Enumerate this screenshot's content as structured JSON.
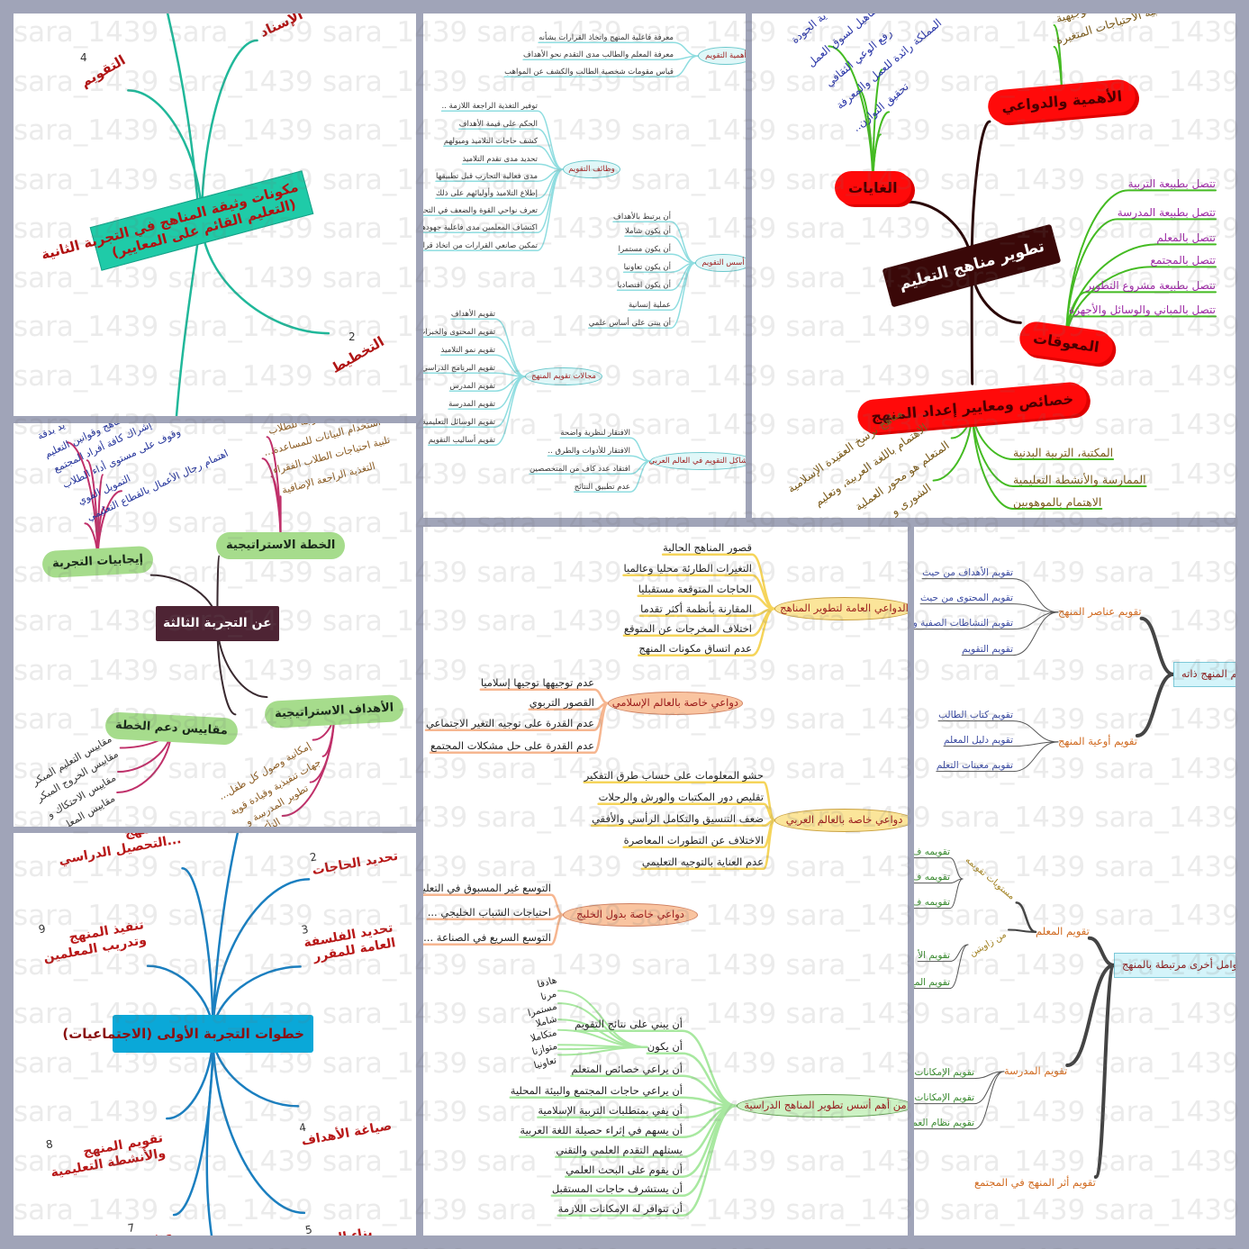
{
  "watermark": "sara_1439",
  "colors": {
    "page_bg": "#a0a4b8",
    "teal": "#1fcba8",
    "red_node": "#ff0a0a",
    "dark_center": "#3a0808",
    "green_node": "#a6dc8c",
    "blue_center": "#0aa8d8"
  },
  "p1": {
    "title_line1": "مكونات وثيقة المناهج في التجربة الثانية",
    "title_line2": "(التعليم القائم على المعايير)",
    "branches": [
      {
        "label": "الإسناد"
      },
      {
        "num": "4",
        "label": "التقويم"
      },
      {
        "num": "2",
        "label": "التخطيط"
      }
    ]
  },
  "p2": {
    "groups": [
      {
        "title": "أهمية التقويم",
        "items": [
          "معرفة فاعلية المنهج واتخاذ القرارات بشأنه",
          "معرفة المعلم والطالب مدى التقدم نحو الأهداف",
          "قياس مقومات شخصية الطالب والكشف عن المواهب"
        ]
      },
      {
        "title": "وظائف التقويم",
        "items": [
          "توفير التغذية الراجعة اللازمة ..",
          "الحكم على قيمة الأهداف",
          "كشف حاجات التلاميذ وميولهم",
          "تحديد مدى تقدم التلاميذ",
          "مدى فعالية التجارب قبل تطبيقها",
          "إطلاع التلاميذ وأوليائهم على ذلك",
          "تعرف نواحي القوة والضعف في التحصيل",
          "اكتشاف المعلمين مدى فاعلية جهودهم",
          "تمكين صانعي القرارات من اتخاذ قرارات مناسبة"
        ]
      },
      {
        "title": "أسس التقويم",
        "items": [
          "أن يرتبط بالأهداف",
          "أن يكون شاملا",
          "أن يكون مستمرا",
          "أن يكون تعاونيا",
          "أن يكون اقتصاديا",
          "عملية إنسانية",
          "أن يبنى على أساس علمي"
        ]
      },
      {
        "title": "مجالات تقويم المنهج",
        "items": [
          "تقويم الأهداف",
          "تقويم المحتوى والخبرات",
          "تقويم نمو التلاميذ",
          "تقويم البرنامج الدراسي",
          "تقويم المدرس",
          "تقويم المدرسة",
          "تقويم الوسائل التعليمية",
          "تقويم أساليب التقويم"
        ]
      },
      {
        "title": "مشاكل التقويم في العالم العربي",
        "items": [
          "الافتقار لنظرية واضحة",
          "الافتقار للأدوات والطرق ..",
          "افتقاد عدد كاف من المتخصصين",
          "عدم تطبيق النتائج"
        ]
      }
    ]
  },
  "p3": {
    "center": "تطوير مناهج التعليم",
    "goals": {
      "title": "الغايات",
      "items": [
        "ية الجودة",
        "التأهيل لسوق العمل",
        "رفع الوعي الثقافي",
        "المملكة رائدة للعمل والمعرفة",
        "تحقيق التوازن.."
      ]
    },
    "importance": {
      "title": "الأهمية والدواعي",
      "items": [
        "توجيهية",
        "تلبية الاحتياجات المتغيرة"
      ]
    },
    "obstacles": {
      "title": "المعوقات",
      "items": [
        "تتصل بطبيعة التربية",
        "تتصل بطبيعة المدرسة",
        "تتصل بالمعلم",
        "تتصل بالمجتمع",
        "تتصل بطبيعة مشروع التطوير",
        "تتصل بالمباني والوسائل والأجهزة"
      ]
    },
    "criteria": {
      "title": "خصائص ومعايير إعداد المنهج",
      "items_right": [
        "المكتبة، التربية البدنية",
        "الممارسة والأنشطة التعليمية",
        "الاهتمام بالموهوبين"
      ],
      "items_left": [
        "مناهج ترسخ العقيدة الإسلامية",
        "الاهتمام باللغة العربية، وتعليم",
        "المتعلم هو محور العملية",
        "الشورى و"
      ]
    }
  },
  "p4": {
    "center": "عن التجربة الثالثة",
    "positives": {
      "title": "إيجابيات التجربة",
      "items": [
        "يد بدقة",
        "المناهج وقوانين التعليم",
        "إشراك كافة أفراد المجتمع",
        "وقوف على مستوى أداء الطلاب",
        "التمويل القوي",
        "اهتمام رجال الأعمال بالقطاع التعليمي"
      ]
    },
    "plan": {
      "title": "الخطة الاستراتيجية",
      "items": [
        "الموجه للطلاب",
        "استخدام البيانات للمساعدة...",
        "تلبية احتياجات الطلاب الفقراء",
        "التغذية الراجعة الإضافية"
      ]
    },
    "measures": {
      "title": "مقاييس دعم الخطة",
      "items": [
        "مقاييس التعليم المبكر",
        "مقاييس الخروج المبكر",
        "مقاييس الاحتكاك و",
        "مقاييس المعلـ"
      ]
    },
    "goals": {
      "title": "الأهداف الاستراتيجية",
      "items": [
        "إمكانية وصول كل طفل...",
        "جهات تنفيذية وقيادة قوية",
        "تطوير المدرسة و",
        "التأكـ"
      ]
    }
  },
  "p5": {
    "center": "خطوات التجربة الأولى (الاجتماعيات)",
    "steps": [
      {
        "lines": [
          "...المنهج",
          "...التحصيل الدراسي"
        ]
      },
      {
        "num": "2",
        "lines": [
          "تحديد الحاجات"
        ]
      },
      {
        "num": "3",
        "lines": [
          "تحديد الفلسفة",
          "العامة للمقرر"
        ]
      },
      {
        "num": "9",
        "lines": [
          "تنفيذ المنهج",
          "وتدريب المعلمين"
        ]
      },
      {
        "num": "4",
        "lines": [
          "صياغة الأهداف"
        ]
      },
      {
        "num": "8",
        "lines": [
          "تقويم المنهج",
          "والأنشطة التعليمية"
        ]
      },
      {
        "num": "7",
        "lines": [
          "وضع..."
        ]
      },
      {
        "num": "5",
        "lines": [
          "بناء المنهج"
        ]
      }
    ]
  },
  "p6": {
    "groups": [
      {
        "title": "الدواعي العامة لتطوير المناهج",
        "items": [
          "قصور المناهج الحالية",
          "التغيرات الطارئة محليا وعالميا",
          "الحاجات المتوقعة مستقبليا",
          "المقارنة بأنظمة أكثر تقدما",
          "اختلاف المخرجات عن المتوقع",
          "عدم اتساق مكونات المنهج"
        ]
      },
      {
        "title": "دواعي خاصة بالعالم الإسلامي",
        "items": [
          "عدم توجيهها توجيها إسلاميا",
          "القصور التربوي",
          "عدم القدرة على توجيه التغير الاجتماعي",
          "عدم القدرة على حل مشكلات المجتمع"
        ]
      },
      {
        "title": "دواعي خاصة بالعالم العربي",
        "items": [
          "حشو المعلومات على حساب طرق التفكير",
          "تقليص دور المكتبات والورش والرحلات",
          "ضعف التنسيق والتكامل الرأسي والأفقي",
          "الاختلاف عن التطورات المعاصرة",
          "عدم العناية بالتوجيه التعليمي"
        ]
      },
      {
        "title": "دواعي خاصة بدول الخليج",
        "items": [
          "التوسع غير المسبوق في التعليم",
          "احتياجات الشباب الخليجي ...",
          "التوسع السريع في الصناعة ..."
        ]
      },
      {
        "title": "من أهم أسس تطوير المناهج الدراسية",
        "items": [
          "أن يبني على نتائج التقويم",
          "أن يكون",
          "أن يراعي خصائص المتعلم",
          "أن يراعي حاجات المجتمع والبيئة المحلية",
          "أن يفي بمتطلبات التربية الإسلامية",
          "أن يسهم في إثراء حصيلة اللغة العربية",
          "يستلهم التقدم العلمي والتقني",
          "أن يقوم على البحث العلمي",
          "أن يستشرف حاجات المستقبل",
          "أن تتوافر له الإمكانات اللازمة"
        ],
        "sub_items": [
          "هادفا",
          "مرنا",
          "مستمرا",
          "شاملا",
          "متكاملا",
          "متوازنا",
          "تعاونيا"
        ]
      }
    ]
  },
  "p7": {
    "root1": "تقويم المنهج ذاته",
    "elements": {
      "title": "تقويم عناصر المنهج",
      "items": [
        "تقويم الأهداف من حيث",
        "تقويم المحتوى من حيث",
        "تقويم النشاطات الصفية و",
        "تقويم التقويم"
      ]
    },
    "containers": {
      "title": "تقويم أوعية المنهج",
      "items": [
        "تقويم كتاب الطالب",
        "تقويم دليل المعلم",
        "تقويم معينات التعلم"
      ]
    },
    "root2": "عوامل أخرى مرتبطة بالمنهج",
    "teacher": "تقويم المعلم",
    "levels": {
      "title": "مستويات تقويمه",
      "items": [
        "تقويمه ف",
        "تقويمه ف",
        "تقويمه ف"
      ]
    },
    "angles": {
      "title": "من زاويتين",
      "items": [
        "تقويم الأ",
        "تقويم المع"
      ]
    },
    "school": {
      "title": "تقويم المدرسة",
      "items": [
        "تقويم الإمكانات",
        "تقويم الإمكانات",
        "تقويم نظام العمل"
      ]
    },
    "impact": "تقويم أثر المنهج في المجتمع"
  }
}
